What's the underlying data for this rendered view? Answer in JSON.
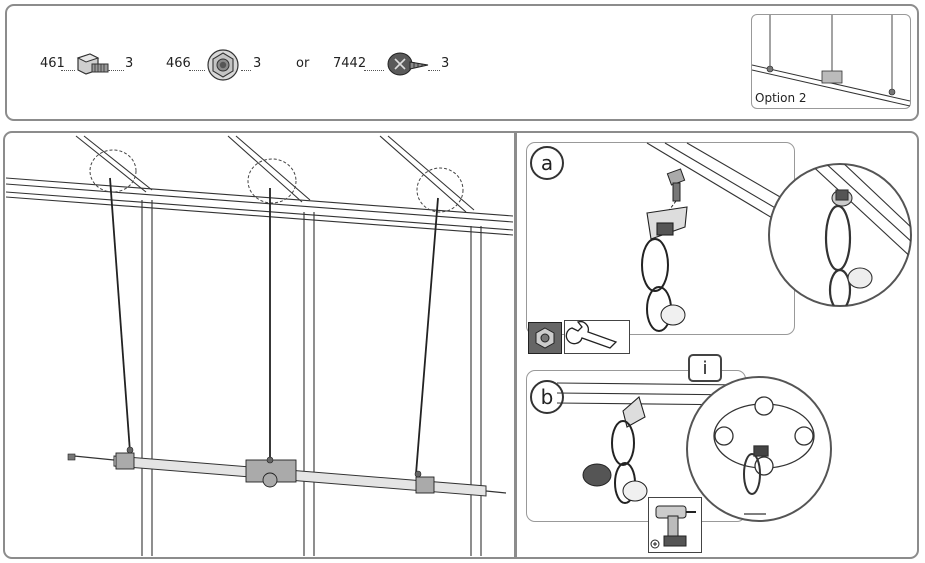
{
  "parts": {
    "item1": {
      "code": "461",
      "qty": "3"
    },
    "item2": {
      "code": "466",
      "qty": "3"
    },
    "separator": "or",
    "item3": {
      "code": "7442",
      "qty": "3"
    }
  },
  "option_label": "Option 2",
  "steps": {
    "a": "a",
    "b": "b",
    "info": "i"
  },
  "icons": [
    "bolt-icon",
    "nut-icon",
    "screw-icon",
    "wrench-icon",
    "socket-icon",
    "drill-icon"
  ]
}
